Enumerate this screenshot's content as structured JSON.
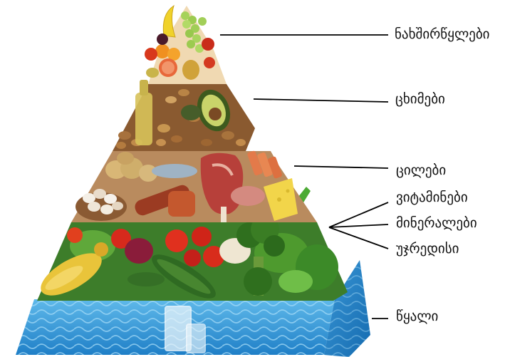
{
  "labels": {
    "carbohydrates": "ნახშირწყლები",
    "fats": "ცხიმები",
    "proteins": "ცილები",
    "vitamins": "ვიტამინები",
    "minerals": "მინერალები",
    "fiber": "უჯრედისი",
    "water": "წყალი"
  },
  "tiers": [
    {
      "name": "carbohydrates",
      "icons": [
        "banana-icon",
        "grapes-icon",
        "apple-icon",
        "orange-icon",
        "pear-icon"
      ]
    },
    {
      "name": "fats",
      "icons": [
        "nuts-icon",
        "oil-bottle-icon",
        "avocado-icon"
      ]
    },
    {
      "name": "proteins",
      "icons": [
        "potato-icon",
        "fish-icon",
        "meat-steak-icon",
        "cheese-icon",
        "eggs-icon",
        "sausage-icon"
      ]
    },
    {
      "name": "vegetables",
      "icons": [
        "tomato-icon",
        "broccoli-icon",
        "zucchini-icon",
        "squash-icon",
        "lettuce-icon"
      ]
    },
    {
      "name": "water",
      "icons": [
        "water-surface-icon",
        "glass-icon"
      ]
    }
  ]
}
